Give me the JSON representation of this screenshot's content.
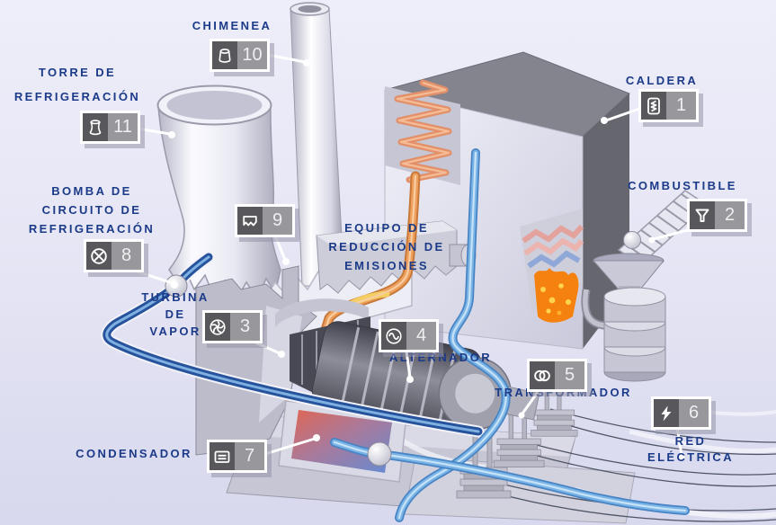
{
  "diagram_title": "power-plant-process-diagram",
  "colors": {
    "label_text": "#1b3a88",
    "badge_icon_bg": "#58585c",
    "badge_number_bg": "#98989c",
    "badge_border": "#ffffff",
    "leader_line": "#ffffff",
    "steam_pipe": "#e08a50",
    "cold_water_pipe": "#7ab4e6",
    "hot_water_pipe": "#27529c",
    "flame": "#f5820e",
    "background": "#e4e4f4"
  },
  "items": [
    {
      "number": "1",
      "icon": "boiler-icon",
      "label_lines": [
        "CALDERA"
      ]
    },
    {
      "number": "2",
      "icon": "fuel-funnel-icon",
      "label_lines": [
        "COMBUSTIBLE"
      ]
    },
    {
      "number": "3",
      "icon": "turbine-fan-icon",
      "label_lines": [
        "TURBINA",
        "DE",
        "VAPOR"
      ]
    },
    {
      "number": "4",
      "icon": "alternator-sine-icon",
      "label_lines": [
        "ALTERNADOR"
      ]
    },
    {
      "number": "5",
      "icon": "transformer-coils-icon",
      "label_lines": [
        "TRANSFORMADOR"
      ]
    },
    {
      "number": "6",
      "icon": "lightning-icon",
      "label_lines": [
        "RED",
        "ELÉCTRICA"
      ]
    },
    {
      "number": "7",
      "icon": "condenser-icon",
      "label_lines": [
        "CONDENSADOR"
      ]
    },
    {
      "number": "8",
      "icon": "pump-icon",
      "label_lines": [
        "BOMBA DE",
        "CIRCUITO DE",
        "REFRIGERACIÓN"
      ]
    },
    {
      "number": "9",
      "icon": "emissions-filter-icon",
      "label_lines": [
        "EQUIPO DE",
        "REDUCCIÓN DE",
        "EMISIONES"
      ]
    },
    {
      "number": "10",
      "icon": "chimney-icon",
      "label_lines": [
        "CHIMENEA"
      ]
    },
    {
      "number": "11",
      "icon": "cooling-tower-icon",
      "label_lines": [
        "TORRE DE",
        "REFRIGERACIÓN"
      ]
    }
  ]
}
